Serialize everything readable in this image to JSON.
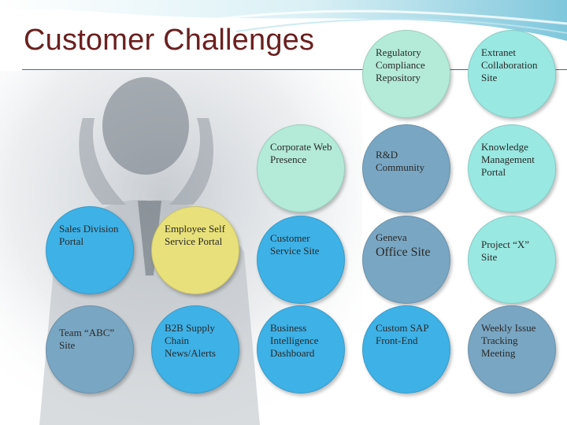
{
  "title": "Customer Challenges",
  "bubbles": [
    {
      "id": "regulatory",
      "label": "Regulatory Compliance Repository"
    },
    {
      "id": "extranet",
      "label": "Extranet Collaboration Site"
    },
    {
      "id": "corporate-web",
      "label": "Corporate Web Presence"
    },
    {
      "id": "rd-community",
      "label": "R&D Community"
    },
    {
      "id": "knowledge-mgmt",
      "label": "Knowledge Management Portal"
    },
    {
      "id": "sales-division",
      "label": "Sales Division Portal"
    },
    {
      "id": "employee-self-service",
      "label": "Employee Self Service Portal"
    },
    {
      "id": "customer-service",
      "label": "Customer Service Site"
    },
    {
      "id": "geneva-office",
      "label": "Geneva",
      "label_big": "Office Site"
    },
    {
      "id": "project-x",
      "label": "Project “X” Site"
    },
    {
      "id": "team-abc",
      "label": "Team “ABC” Site"
    },
    {
      "id": "b2b",
      "label": "B2B Supply Chain News/Alerts"
    },
    {
      "id": "business-intelligence",
      "label": "Business Intelligence Dashboard"
    },
    {
      "id": "custom-sap",
      "label": "Custom SAP Front-End"
    },
    {
      "id": "weekly-issue",
      "label": "Weekly Issue Tracking Meeting"
    }
  ],
  "colors": {
    "title": "#6b1f1f",
    "mint": "#b3ead8",
    "aqua": "#99e8e1",
    "blue": "#3eb1e6",
    "yellow": "#e8e07a",
    "steel": "#79a6c2"
  }
}
